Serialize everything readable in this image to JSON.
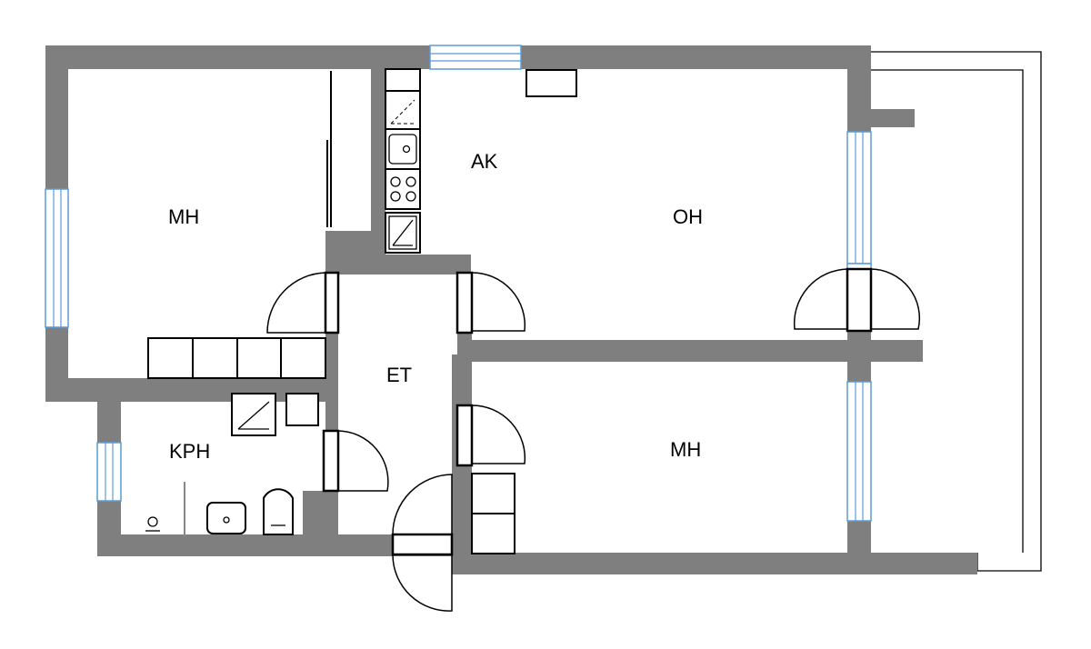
{
  "rooms": {
    "bedroom_top": "MH",
    "kitchen": "AK",
    "living_room": "OH",
    "hall": "ET",
    "bathroom": "KPH",
    "bedroom_bottom": "MH"
  }
}
